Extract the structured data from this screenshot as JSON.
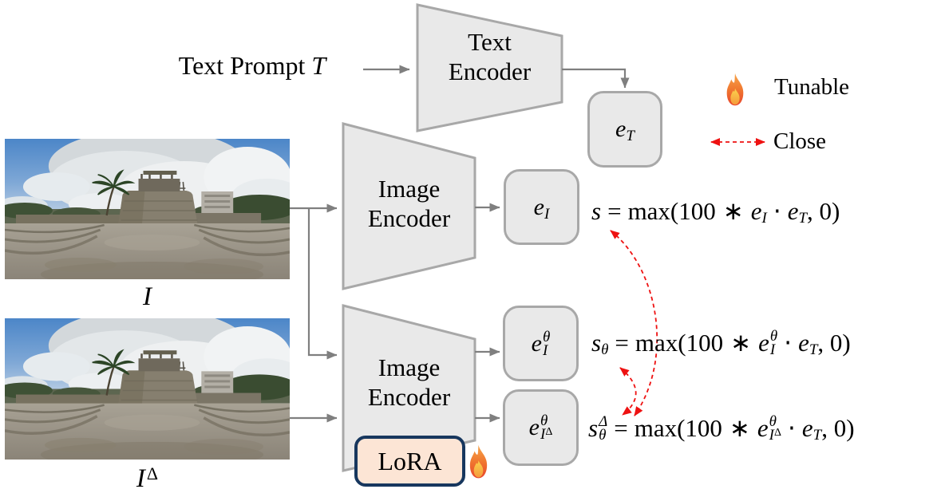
{
  "colors": {
    "shape_fill": "#e9e9e9",
    "shape_border": "#a8a8a8",
    "connector_gray": "#7f7f7f",
    "lora_fill": "#fce5d5",
    "lora_border": "#17375e",
    "accent_red": "#ee1111",
    "flame_orange": "#f07830"
  },
  "prompt": {
    "label": "Text Prompt ",
    "symbol": "T"
  },
  "encoders": {
    "text": {
      "line1": "Text",
      "line2": "Encoder"
    },
    "image_top": {
      "line1": "Image",
      "line2": "Encoder"
    },
    "image_bottom": {
      "line1": "Image",
      "line2": "Encoder"
    }
  },
  "embeddings": {
    "text": {
      "base": "e",
      "sub": "T"
    },
    "image": {
      "base": "e",
      "sub": "I"
    },
    "image_theta": {
      "base": "e",
      "sup": "θ",
      "sub": "I"
    },
    "image_delta_theta": {
      "base": "e",
      "sup": "θ",
      "sub": "I",
      "sub_sup": "Δ"
    }
  },
  "panoramas": {
    "original_label": "I",
    "modified_label": "I",
    "modified_label_sup": "Δ"
  },
  "lora": {
    "label": "LoRA"
  },
  "legend": {
    "tunable_label": "Tunable",
    "tunable_icon": "flame-icon",
    "close_label": "Close",
    "close_icon": "red-dashed-double-arrow-icon"
  },
  "scores": [
    {
      "lhs": {
        "base": "s",
        "sup": "",
        "sub": ""
      },
      "eq": "=",
      "fn_open": "max(100",
      "ast": "∗",
      "emb": {
        "base": "e",
        "sup": "",
        "sub": "I",
        "sub_sup": ""
      },
      "dot": "⋅",
      "text_emb": {
        "base": "e",
        "sub": "T"
      },
      "tail": ", 0)"
    },
    {
      "lhs": {
        "base": "s",
        "sup": "",
        "sub": "θ"
      },
      "eq": "=",
      "fn_open": "max(100",
      "ast": "∗",
      "emb": {
        "base": "e",
        "sup": "θ",
        "sub": "I",
        "sub_sup": ""
      },
      "dot": "⋅",
      "text_emb": {
        "base": "e",
        "sub": "T"
      },
      "tail": ", 0)"
    },
    {
      "lhs": {
        "base": "s",
        "sup": "Δ",
        "sub": "θ"
      },
      "eq": "=",
      "fn_open": "max(100",
      "ast": "∗",
      "emb": {
        "base": "e",
        "sup": "θ",
        "sub": "I",
        "sub_sup": "Δ"
      },
      "dot": "⋅",
      "text_emb": {
        "base": "e",
        "sub": "T"
      },
      "tail": ", 0)"
    }
  ]
}
